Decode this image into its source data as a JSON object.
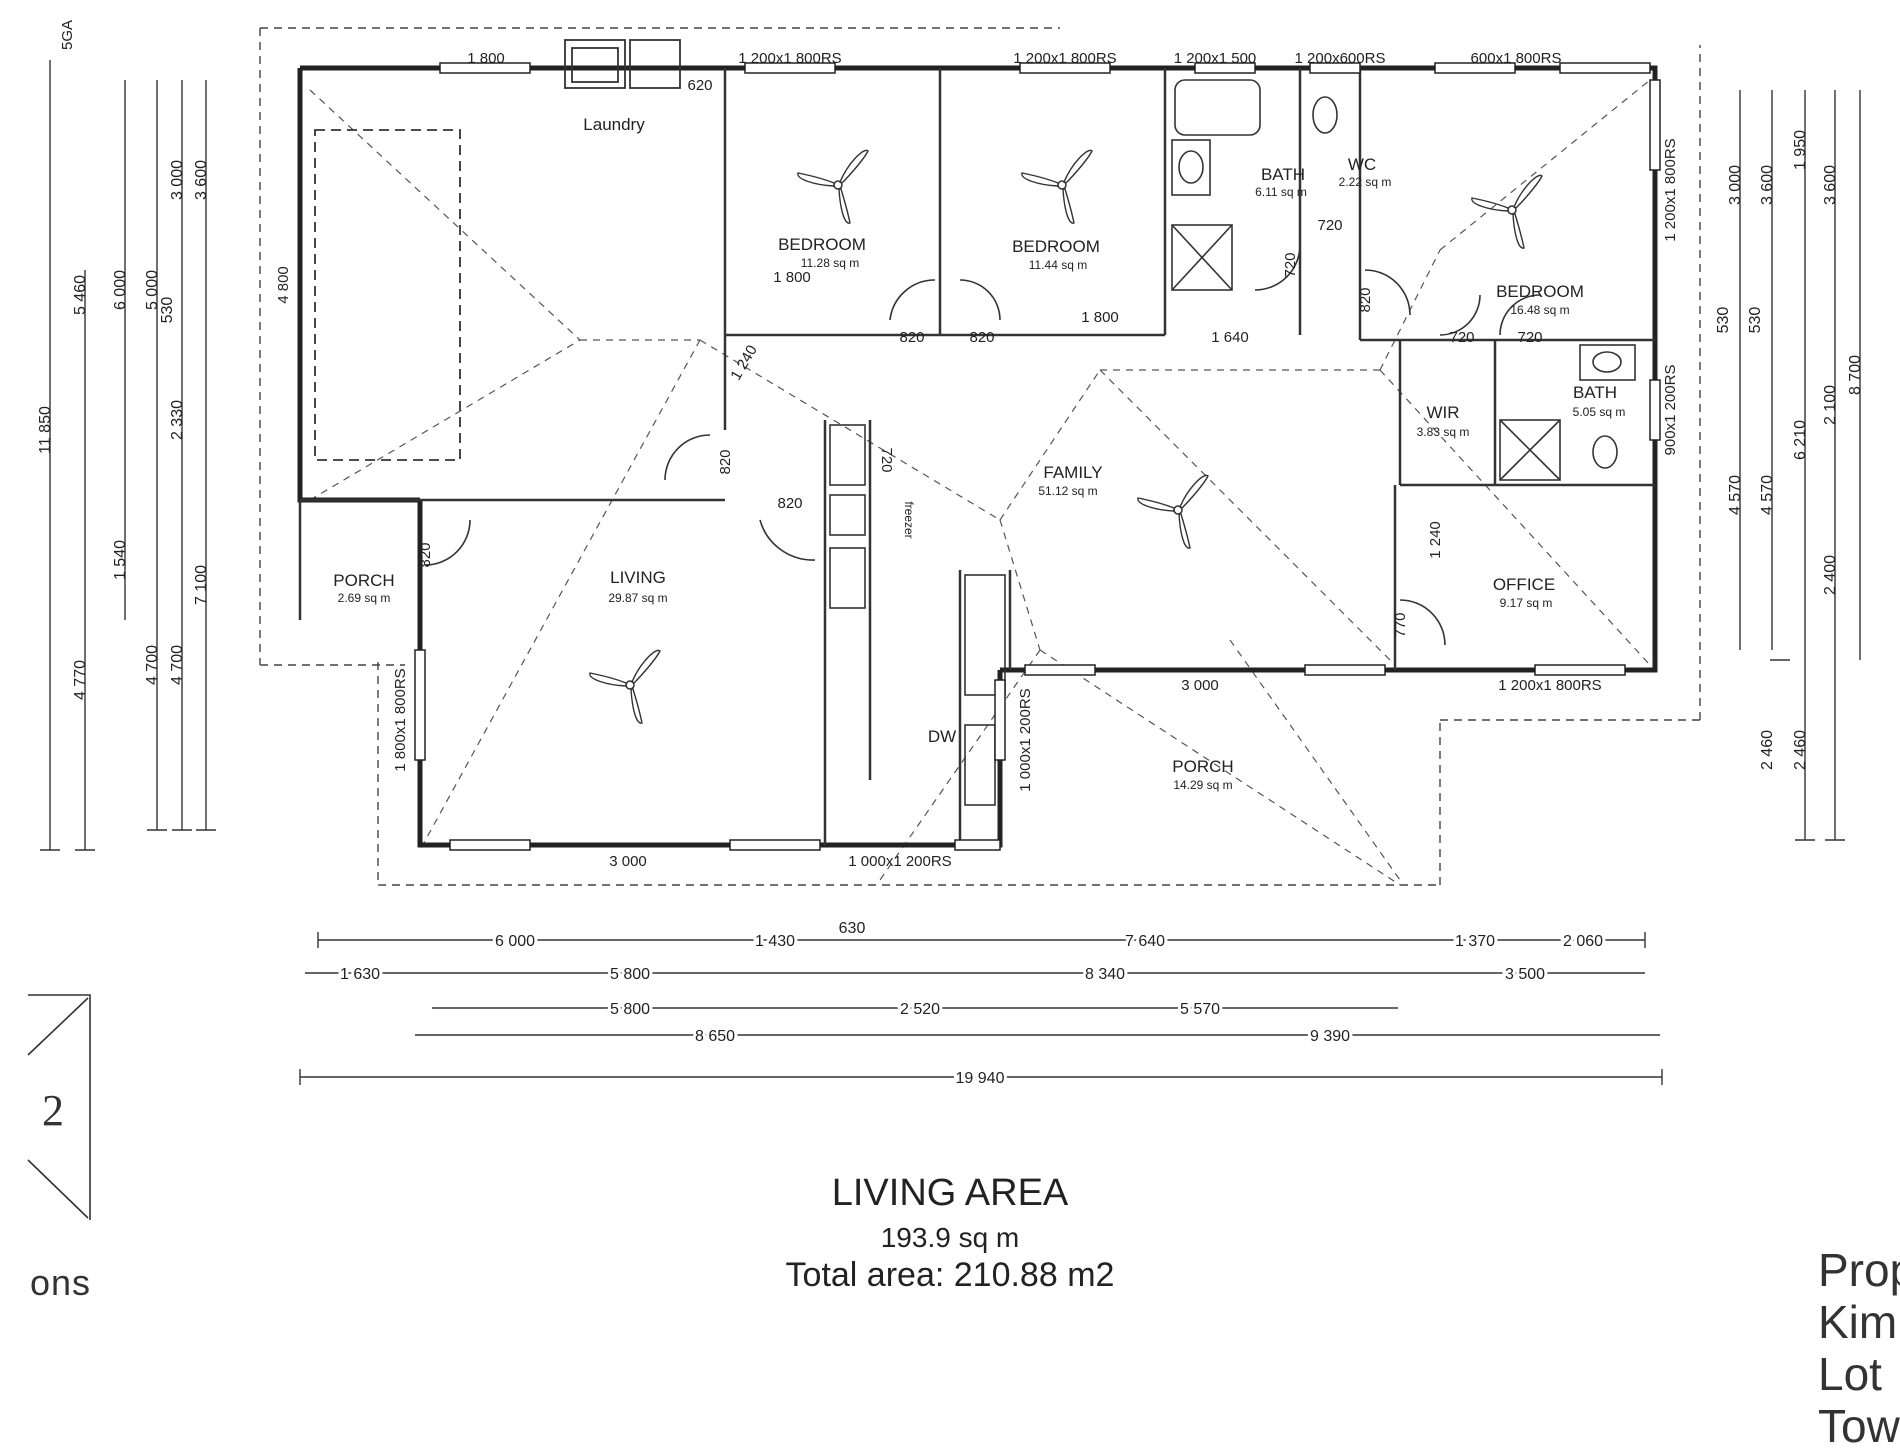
{
  "rooms": {
    "laundry": {
      "name": "Laundry"
    },
    "bedroom1": {
      "name": "BEDROOM",
      "area": "11.28 sq m"
    },
    "bedroom2": {
      "name": "BEDROOM",
      "area": "11.44 sq m"
    },
    "bath1": {
      "name": "BATH",
      "area": "6.11 sq m"
    },
    "wc": {
      "name": "WC",
      "area": "2.22 sq m"
    },
    "master": {
      "name": "BEDROOM",
      "area": "16.48 sq m"
    },
    "wir": {
      "name": "WIR",
      "area": "3.83 sq m"
    },
    "bath2": {
      "name": "BATH",
      "area": "5.05 sq m"
    },
    "family": {
      "name": "FAMILY",
      "area": "51.12 sq m"
    },
    "office": {
      "name": "OFFICE",
      "area": "9.17 sq m"
    },
    "porch_side": {
      "name": "PORCH",
      "area": "2.69 sq m"
    },
    "living": {
      "name": "LIVING",
      "area": "29.87 sq m"
    },
    "porch_front": {
      "name": "PORCH",
      "area": "14.29 sq m"
    },
    "freezer": {
      "name": "freezer"
    },
    "dw": {
      "name": "DW"
    }
  },
  "windows": {
    "top_1": "1 800",
    "top_2": "1 200x1 800RS",
    "top_3": "1 200x1 800RS",
    "top_4": "1 200x1 500",
    "top_5": "1 200x600RS",
    "top_6": "600x1 800RS",
    "right_1": "1 200x1 800RS",
    "right_2": "900x1 200RS",
    "bottom_office": "1 200x1 800RS",
    "living_side": "1 800x1 800RS",
    "kitchen_side": "1 000x1 200RS",
    "bottom_kitchen": "1 000x1 200RS",
    "bottom_living": "3 000",
    "bottom_family": "3 000",
    "laundry_door": "620"
  },
  "interior_dims": {
    "bed1_robe": "1 800",
    "bed2_robe": "1 800",
    "bath_robe": "1 640",
    "entry_robe": "1 240",
    "office_robe": "1 240",
    "d_bed1": "820",
    "d_bed2": "820",
    "d_bath": "720",
    "d_wc": "720",
    "d_master": "820",
    "d_wir": "720",
    "d_bath2": "720",
    "d_hall": "820",
    "d_living": "820",
    "d_porch": "820",
    "d_pantry": "720",
    "d_office": "770",
    "garage_depth": "4 800"
  },
  "dims_left": [
    {
      "label": "11 850"
    },
    {
      "label": "5 460"
    },
    {
      "label": "4 770"
    },
    {
      "label": "6 000"
    },
    {
      "label": "1 540"
    },
    {
      "label": "5 000"
    },
    {
      "label": "4 700"
    },
    {
      "label": "530"
    },
    {
      "label": "2 330"
    },
    {
      "label": "4 700"
    },
    {
      "label": "3 000"
    },
    {
      "label": "3 600"
    },
    {
      "label": "7 100"
    }
  ],
  "dims_right": [
    {
      "label": "3 000"
    },
    {
      "label": "530"
    },
    {
      "label": "4 570"
    },
    {
      "label": "3 600"
    },
    {
      "label": "530"
    },
    {
      "label": "4 570"
    },
    {
      "label": "2 460"
    },
    {
      "label": "2 460"
    },
    {
      "label": "1 950"
    },
    {
      "label": "3 600"
    },
    {
      "label": "6 210"
    },
    {
      "label": "2 100"
    },
    {
      "label": "2 400"
    },
    {
      "label": "8 700"
    }
  ],
  "dims_bottom": {
    "row1": [
      "6 000",
      "1 430",
      "630",
      "7 640",
      "1 370",
      "2 060"
    ],
    "row2": [
      "1 630",
      "5 800",
      "8 340",
      "3 500"
    ],
    "row3": [
      "5 800",
      "2 520",
      "5 570"
    ],
    "row4": [
      "8 650",
      "9 390"
    ],
    "row5": [
      "19 940"
    ]
  },
  "summary": {
    "title": "LIVING AREA",
    "living_area": "193.9 sq m",
    "total_area": "Total area: 210.88 m2"
  },
  "page_number": "2",
  "edge_text_left": "ons",
  "edge_text_right": [
    "Prop",
    "Kim",
    "Lot",
    "Tow"
  ],
  "corner_text": "5GA"
}
